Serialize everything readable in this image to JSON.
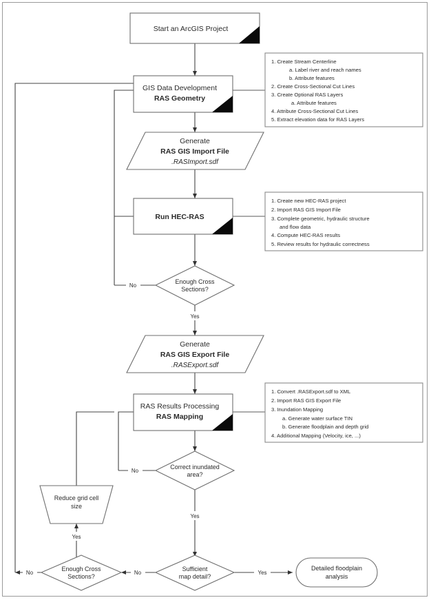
{
  "diagram": {
    "title": "HEC-GeoRAS / HEC-RAS floodplain mapping workflow",
    "nodes": {
      "start": {
        "label": "Start an ArcGIS Project",
        "shape": "process"
      },
      "geometry_l1": {
        "label": "GIS Data Development"
      },
      "geometry_l2": {
        "label": "RAS Geometry"
      },
      "import_l1": {
        "label": "Generate"
      },
      "import_l2": {
        "label": "RAS GIS Import File"
      },
      "import_l3": {
        "label": ".RASImport.sdf"
      },
      "runras": {
        "label": "Run HEC-RAS"
      },
      "dec_xs1_l1": {
        "label": "Enough Cross"
      },
      "dec_xs1_l2": {
        "label": "Sections?"
      },
      "export_l1": {
        "label": "Generate"
      },
      "export_l2": {
        "label": "RAS GIS Export File"
      },
      "export_l3": {
        "label": ".RASExport.sdf"
      },
      "mapping_l1": {
        "label": "RAS Results Processing"
      },
      "mapping_l2": {
        "label": "RAS Mapping"
      },
      "dec_inun_l1": {
        "label": "Correct inundated"
      },
      "dec_inun_l2": {
        "label": "area?"
      },
      "reduce_l1": {
        "label": "Reduce grid  cell"
      },
      "reduce_l2": {
        "label": "size"
      },
      "dec_xs2_l1": {
        "label": "Enough Cross"
      },
      "dec_xs2_l2": {
        "label": "Sections?"
      },
      "dec_map_l1": {
        "label": "Sufficient"
      },
      "dec_map_l2": {
        "label": "map detail?"
      },
      "end_l1": {
        "label": "Detailed floodplain"
      },
      "end_l2": {
        "label": "analysis"
      }
    },
    "edge_labels": {
      "xs1_no": "No",
      "xs1_yes": "Yes",
      "inun_no": "No",
      "inun_yes": "Yes",
      "reduce_yes": "Yes",
      "xs2_no": "No",
      "mapdetail_no": "No",
      "mapdetail_yes": "Yes"
    },
    "notes": {
      "geometry": [
        "1.  Create Stream Centerline",
        "a. Label river and reach names",
        "b. Attribute features",
        "2.  Create Cross-Sectional Cut Lines",
        "3.  Create Optional RAS Layers",
        "a. Attribute features",
        "4.  Attribute Cross-Sectional Cut Lines",
        "5.  Extract elevation data for RAS Layers"
      ],
      "runras": [
        "1.  Create new HEC-RAS project",
        "2.  Import RAS GIS Import File",
        "3.  Complete geometric, hydraulic structure",
        "and flow data",
        "4.  Compute HEC-RAS results",
        "5.  Review results for hydraulic correctness"
      ],
      "mapping": [
        "1.  Convert .RASExport.sdf to XML",
        "2.  Import RAS GIS Export File",
        "3.  Inundation Mapping",
        "a. Generate water surface TIN",
        "b. Generate floodplain and depth grid",
        "4.  Additional Mapping (Velocity, ice, ...)"
      ]
    },
    "colors": {
      "shape_stroke": "#6e6e6e",
      "line": "#444444",
      "text": "#2a2a2a",
      "corner_marker": "#0a0a0a",
      "frame": "#9a9a9a",
      "background": "#ffffff"
    }
  }
}
